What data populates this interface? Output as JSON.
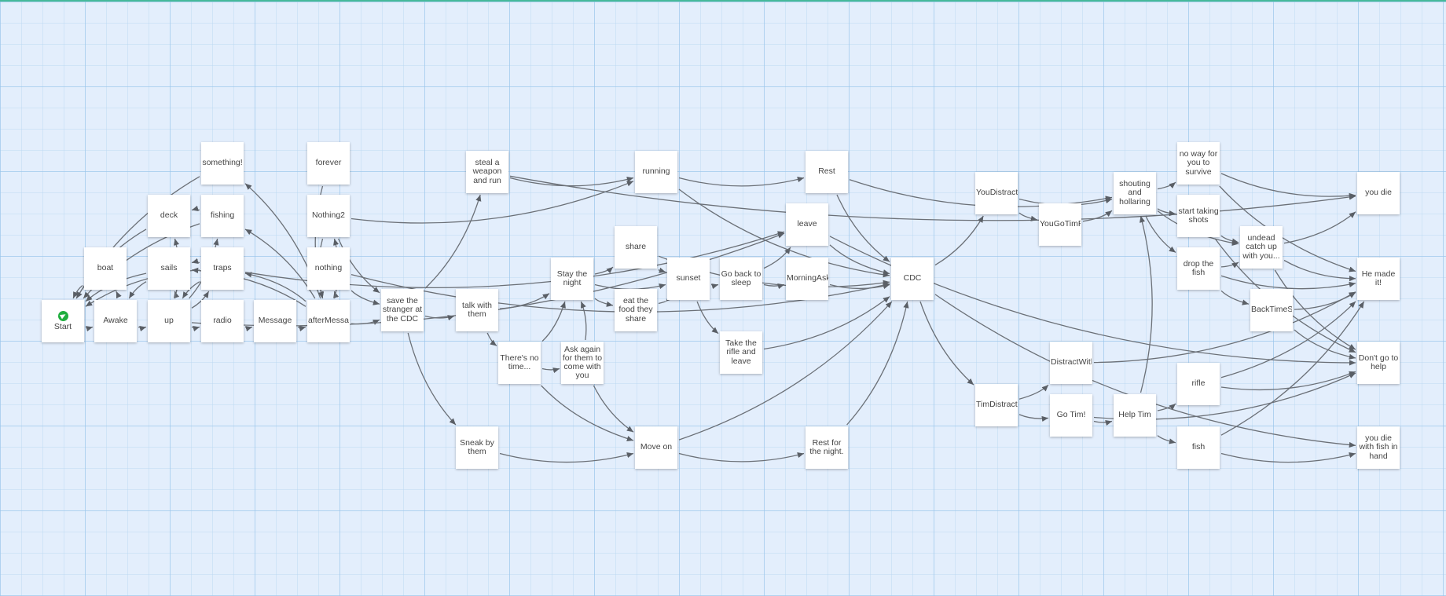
{
  "nodes": [
    {
      "id": "start",
      "label": "Start",
      "icon": "start-flag-icon"
    },
    {
      "id": "awake",
      "label": "Awake"
    },
    {
      "id": "up",
      "label": "up"
    },
    {
      "id": "radio",
      "label": "radio"
    },
    {
      "id": "message",
      "label": "Message"
    },
    {
      "id": "afterMessage",
      "label": "afterMessage"
    },
    {
      "id": "boat",
      "label": "boat"
    },
    {
      "id": "sails",
      "label": "sails"
    },
    {
      "id": "traps",
      "label": "traps"
    },
    {
      "id": "deck",
      "label": "deck"
    },
    {
      "id": "fishing",
      "label": "fishing"
    },
    {
      "id": "something",
      "label": "something!"
    },
    {
      "id": "forever",
      "label": "forever"
    },
    {
      "id": "nothing2",
      "label": "Nothing2"
    },
    {
      "id": "nothing",
      "label": "nothing"
    },
    {
      "id": "saveStranger",
      "label": "save the stranger at the CDC"
    },
    {
      "id": "stealWeapon",
      "label": "steal a weapon and run"
    },
    {
      "id": "talkWithThem",
      "label": "talk with them"
    },
    {
      "id": "sneakByThem",
      "label": "Sneak by them"
    },
    {
      "id": "theresNoTime",
      "label": "There's no time..."
    },
    {
      "id": "askAgain",
      "label": "Ask again for them to come with you"
    },
    {
      "id": "stayNight",
      "label": "Stay the night"
    },
    {
      "id": "running",
      "label": "running"
    },
    {
      "id": "share",
      "label": "share"
    },
    {
      "id": "eatFood",
      "label": "eat the food they share"
    },
    {
      "id": "moveOn",
      "label": "Move on"
    },
    {
      "id": "sunset",
      "label": "sunset"
    },
    {
      "id": "goBackSleep",
      "label": "Go back to sleep"
    },
    {
      "id": "takeRifle",
      "label": "Take the rifle and leave"
    },
    {
      "id": "rest",
      "label": "Rest"
    },
    {
      "id": "leave",
      "label": "leave"
    },
    {
      "id": "morningAsk",
      "label": "MorningAsk"
    },
    {
      "id": "restNight",
      "label": "Rest for the night."
    },
    {
      "id": "cdc",
      "label": "CDC"
    },
    {
      "id": "youDistract",
      "label": "YouDistract"
    },
    {
      "id": "youGoTimRifle",
      "label": "YouGoTimRifle"
    },
    {
      "id": "timDistract",
      "label": "TimDistract"
    },
    {
      "id": "distractWith",
      "label": "DistractWith"
    },
    {
      "id": "goTim",
      "label": "Go Tim!"
    },
    {
      "id": "helpTim",
      "label": "Help Tim"
    },
    {
      "id": "shouting",
      "label": "shouting and hollaring"
    },
    {
      "id": "noWay",
      "label": "no way for you to survive"
    },
    {
      "id": "startShots",
      "label": "start taking shots"
    },
    {
      "id": "dropFish",
      "label": "drop the fish"
    },
    {
      "id": "undead",
      "label": "undead catch up with you..."
    },
    {
      "id": "backTime",
      "label": "BackTimeSuccess"
    },
    {
      "id": "rifle",
      "label": "rifle"
    },
    {
      "id": "fish",
      "label": "fish"
    },
    {
      "id": "youDie",
      "label": "you die"
    },
    {
      "id": "heMadeIt",
      "label": "He made it!"
    },
    {
      "id": "dontHelp",
      "label": "Don't go to help"
    },
    {
      "id": "youDieFish",
      "label": "you die with fish in hand"
    }
  ],
  "links": [
    [
      "start",
      "awake"
    ],
    [
      "awake",
      "up"
    ],
    [
      "up",
      "radio"
    ],
    [
      "radio",
      "message"
    ],
    [
      "message",
      "afterMessage"
    ],
    [
      "awake",
      "boat"
    ],
    [
      "boat",
      "start"
    ],
    [
      "deck",
      "start"
    ],
    [
      "sails",
      "start"
    ],
    [
      "traps",
      "start"
    ],
    [
      "fishing",
      "start"
    ],
    [
      "something",
      "start"
    ],
    [
      "up",
      "sails"
    ],
    [
      "up",
      "traps"
    ],
    [
      "up",
      "deck"
    ],
    [
      "up",
      "fishing"
    ],
    [
      "sails",
      "awake"
    ],
    [
      "traps",
      "sails"
    ],
    [
      "traps",
      "up"
    ],
    [
      "fishing",
      "deck"
    ],
    [
      "afterMessage",
      "traps"
    ],
    [
      "afterMessage",
      "fishing"
    ],
    [
      "afterMessage",
      "something"
    ],
    [
      "afterMessage",
      "sails"
    ],
    [
      "afterMessage",
      "nothing"
    ],
    [
      "afterMessage",
      "nothing2"
    ],
    [
      "nothing",
      "afterMessage"
    ],
    [
      "nothing2",
      "afterMessage"
    ],
    [
      "forever",
      "afterMessage"
    ],
    [
      "nothing",
      "saveStranger"
    ],
    [
      "nothing2",
      "saveStranger"
    ],
    [
      "afterMessage",
      "saveStranger"
    ],
    [
      "nothing2",
      "running"
    ],
    [
      "nothing",
      "cdc"
    ],
    [
      "up",
      "leave"
    ],
    [
      "traps",
      "leave"
    ],
    [
      "saveStranger",
      "talkWithThem"
    ],
    [
      "saveStranger",
      "stealWeapon"
    ],
    [
      "saveStranger",
      "sneakByThem"
    ],
    [
      "stealWeapon",
      "running"
    ],
    [
      "stealWeapon",
      "youDie"
    ],
    [
      "talkWithThem",
      "stayNight"
    ],
    [
      "talkWithThem",
      "theresNoTime"
    ],
    [
      "theresNoTime",
      "stayNight"
    ],
    [
      "theresNoTime",
      "askAgain"
    ],
    [
      "theresNoTime",
      "moveOn"
    ],
    [
      "askAgain",
      "stayNight"
    ],
    [
      "askAgain",
      "moveOn"
    ],
    [
      "sneakByThem",
      "moveOn"
    ],
    [
      "stayNight",
      "share"
    ],
    [
      "stayNight",
      "eatFood"
    ],
    [
      "stayNight",
      "sunset"
    ],
    [
      "share",
      "sunset"
    ],
    [
      "eatFood",
      "sunset"
    ],
    [
      "share",
      "cdc"
    ],
    [
      "sunset",
      "goBackSleep"
    ],
    [
      "sunset",
      "takeRifle"
    ],
    [
      "goBackSleep",
      "morningAsk"
    ],
    [
      "goBackSleep",
      "leave"
    ],
    [
      "running",
      "rest"
    ],
    [
      "running",
      "cdc"
    ],
    [
      "moveOn",
      "restNight"
    ],
    [
      "moveOn",
      "cdc"
    ],
    [
      "takeRifle",
      "cdc"
    ],
    [
      "rest",
      "cdc"
    ],
    [
      "leave",
      "cdc"
    ],
    [
      "morningAsk",
      "cdc"
    ],
    [
      "restNight",
      "cdc"
    ],
    [
      "leave",
      "dontHelp"
    ],
    [
      "rest",
      "shouting"
    ],
    [
      "cdc",
      "youDistract"
    ],
    [
      "cdc",
      "timDistract"
    ],
    [
      "cdc",
      "youDieFish"
    ],
    [
      "youDistract",
      "youGoTimRifle"
    ],
    [
      "youDistract",
      "shouting"
    ],
    [
      "youGoTimRifle",
      "shouting"
    ],
    [
      "timDistract",
      "distractWith"
    ],
    [
      "timDistract",
      "goTim"
    ],
    [
      "goTim",
      "helpTim"
    ],
    [
      "helpTim",
      "rifle"
    ],
    [
      "helpTim",
      "fish"
    ],
    [
      "helpTim",
      "shouting"
    ],
    [
      "distractWith",
      "heMadeIt"
    ],
    [
      "goTim",
      "dontHelp"
    ],
    [
      "shouting",
      "noWay"
    ],
    [
      "shouting",
      "startShots"
    ],
    [
      "shouting",
      "dropFish"
    ],
    [
      "shouting",
      "undead"
    ],
    [
      "noWay",
      "youDie"
    ],
    [
      "noWay",
      "heMadeIt"
    ],
    [
      "startShots",
      "undead"
    ],
    [
      "startShots",
      "dontHelp"
    ],
    [
      "dropFish",
      "undead"
    ],
    [
      "dropFish",
      "heMadeIt"
    ],
    [
      "dropFish",
      "backTime"
    ],
    [
      "undead",
      "youDie"
    ],
    [
      "undead",
      "heMadeIt"
    ],
    [
      "undead",
      "dontHelp"
    ],
    [
      "backTime",
      "heMadeIt"
    ],
    [
      "backTime",
      "dontHelp"
    ],
    [
      "rifle",
      "heMadeIt"
    ],
    [
      "rifle",
      "dontHelp"
    ],
    [
      "fish",
      "youDieFish"
    ],
    [
      "fish",
      "heMadeIt"
    ]
  ]
}
